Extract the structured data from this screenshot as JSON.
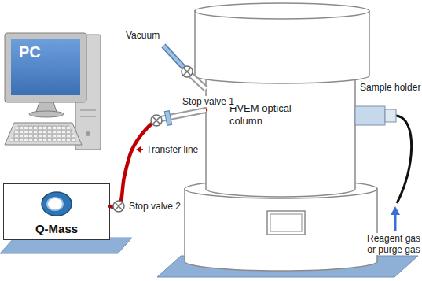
{
  "diagram": {
    "nodes": [
      {
        "text": [
          "PC"
        ]
      },
      {
        "text": [
          "Q-Mass"
        ]
      },
      {
        "text": [
          "HVEM optical column"
        ]
      }
    ],
    "edges": [
      {
        "from": 1,
        "to": 2,
        "arrow": "none"
      }
    ],
    "labels": [
      "Vacuum",
      "Stop valve 1",
      "Transfer line",
      "Stop valve 2",
      "Sample holder",
      "Reagent gas or purge gas"
    ]
  }
}
